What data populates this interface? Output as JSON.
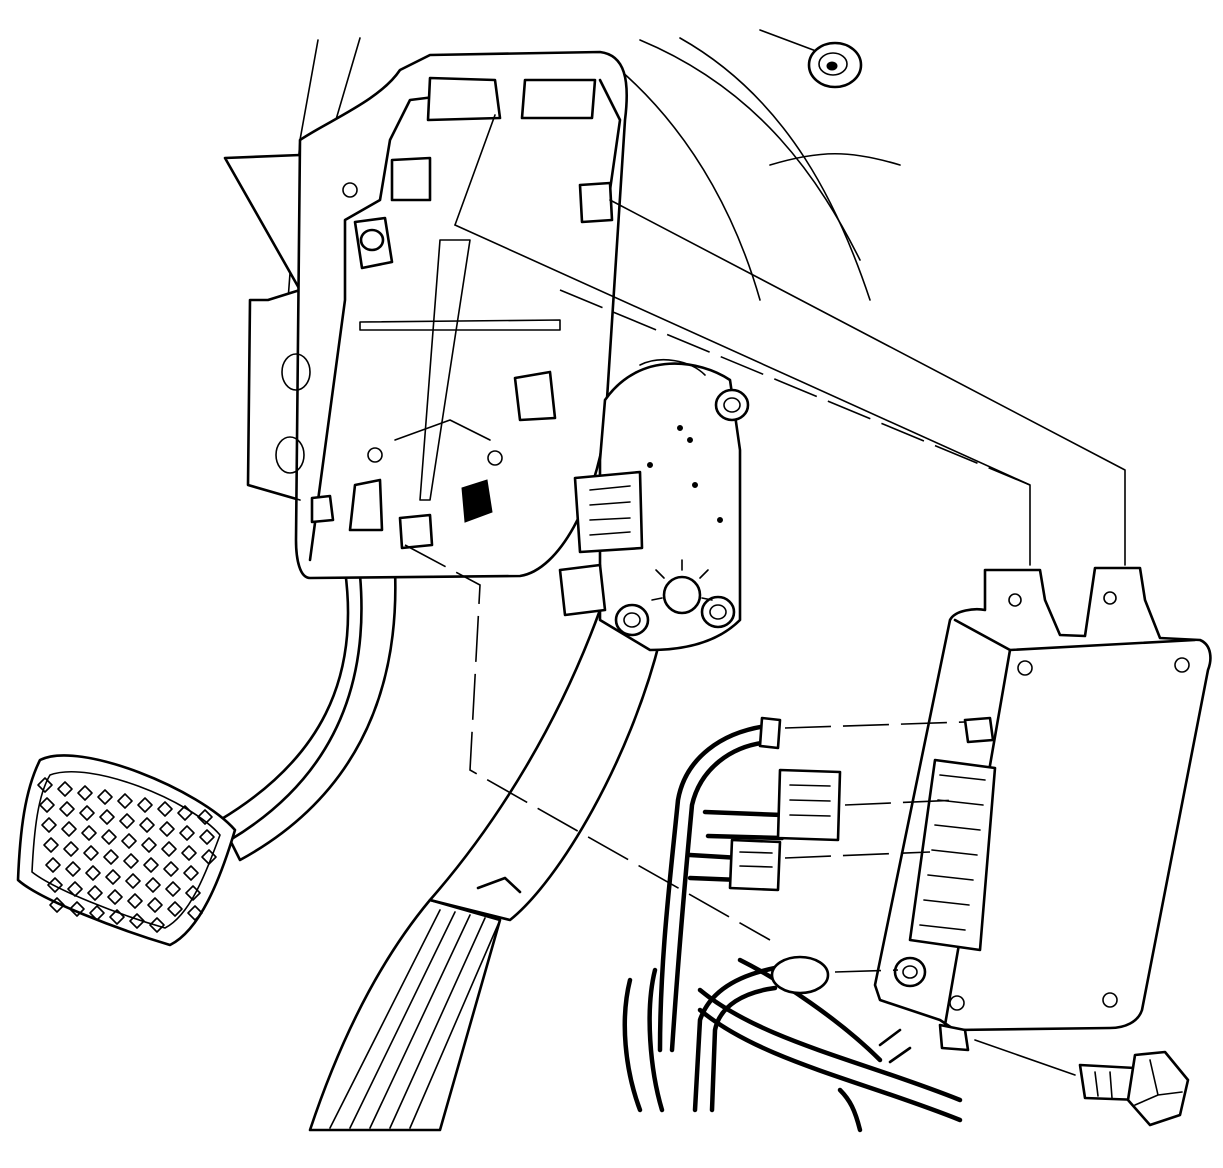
{
  "diagram": {
    "type": "technical line drawing",
    "components": [
      "pedal-bracket",
      "brake-pedal",
      "accelerator-pedal",
      "pedal-position-sensor",
      "control-module",
      "wiring-harness",
      "mounting-bolt"
    ],
    "line_color": "#000000",
    "background_color": "#ffffff"
  }
}
